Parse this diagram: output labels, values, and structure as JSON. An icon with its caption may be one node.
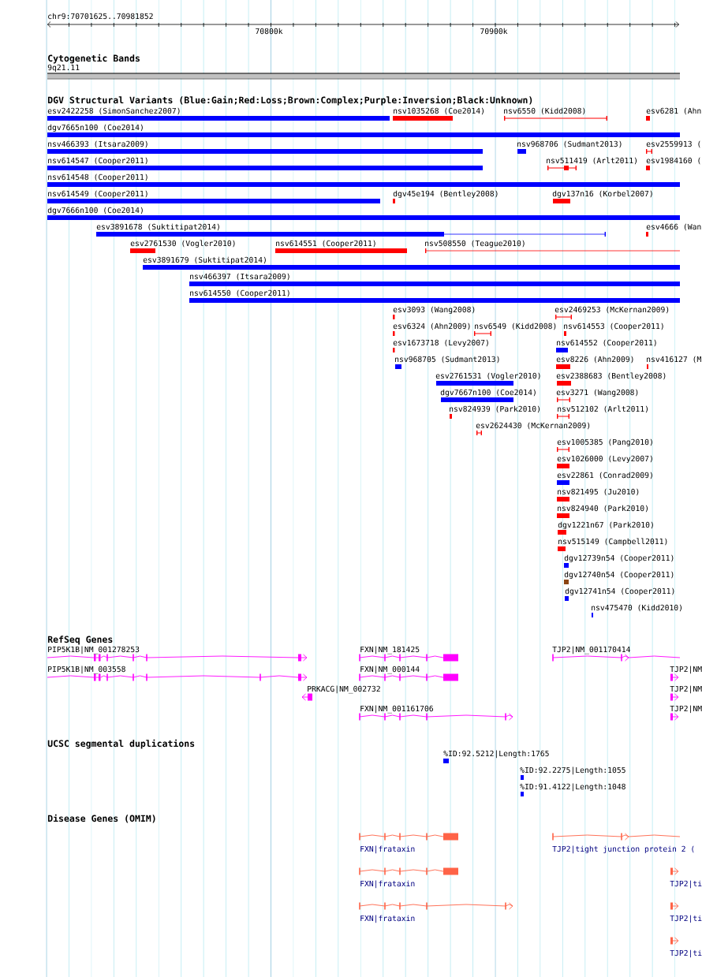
{
  "diagram": {
    "labels": [
      "chr9:70701625..70981852",
      "70800k",
      "70900k",
      "Cytogenetic Bands",
      "9q21.11",
      "DGV Structural Variants (Blue:Gain;Red:Loss;Brown:Complex;Purple:Inversion;Black:Unknown)",
      "esv2422258 (SimonSanchez2007)",
      "nsv1035268 (Coe2014)",
      "nsv6550 (Kidd2008)",
      "esv6281 (Ahn",
      "dgv7665n100 (Coe2014)",
      "nsv466393 (Itsara2009)",
      "nsv968706 (Sudmant2013)",
      "esv2559913 (",
      "nsv614547 (Cooper2011)",
      "nsv511419 (Arlt2011)",
      "esv1984160 (",
      "nsv614548 (Cooper2011)",
      "nsv614549 (Cooper2011)",
      "dgv45e194 (Bentley2008)",
      "dgv137n16 (Korbel2007)",
      "dgv7666n100 (Coe2014)",
      "esv3891678 (Suktitipat2014)",
      "esv4666 (Wan",
      "esv2761530 (Vogler2010)",
      "nsv614551 (Cooper2011)",
      "nsv508550 (Teague2010)",
      "esv3891679 (Suktitipat2014)",
      "nsv466397 (Itsara2009)",
      "nsv614550 (Cooper2011)",
      "esv3093 (Wang2008)",
      "esv2469253 (McKernan2009)",
      "esv6324 (Ahn2009)",
      "nsv6549 (Kidd2008)",
      "nsv614553 (Cooper2011)",
      "esv1673718 (Levy2007)",
      "nsv614552 (Cooper2011)",
      "nsv968705 (Sudmant2013)",
      "esv8226 (Ahn2009)",
      "nsv416127 (M",
      "esv2761531 (Vogler2010)",
      "esv2388683 (Bentley2008)",
      "dgv7667n100 (Coe2014)",
      "esv3271 (Wang2008)",
      "nsv824939 (Park2010)",
      "nsv512102 (Arlt2011)",
      "esv2624430 (McKernan2009)",
      "esv1005385 (Pang2010)",
      "esv1026000 (Levy2007)",
      "esv22861 (Conrad2009)",
      "nsv821495 (Ju2010)",
      "nsv824940 (Park2010)",
      "dgv1221n67 (Park2010)",
      "nsv515149 (Campbell2011)",
      "dgv12739n54 (Cooper2011)",
      "dgv12740n54 (Cooper2011)",
      "dgv12741n54 (Cooper2011)",
      "nsv475470 (Kidd2010)",
      "RefSeq Genes",
      "PIP5K1B|NM_001278253",
      "FXN|NM_181425",
      "TJP2|NM_001170414",
      "PIP5K1B|NM_003558",
      "FXN|NM_000144",
      "TJP2|NM",
      "PRKACG|NM_002732",
      "TJP2|NM",
      "FXN|NM_001161706",
      "TJP2|NM",
      "UCSC segmental duplications",
      "%ID:92.5212|Length:1765",
      "%ID:92.2275|Length:1055",
      "%ID:91.4122|Length:1048",
      "Disease Genes (OMIM)",
      "FXN|frataxin",
      "TJP2|tight junction protein 2 (",
      "FXN|frataxin",
      "TJP2|ti",
      "FXN|frataxin",
      "TJP2|ti",
      "TJP2|ti"
    ]
  }
}
